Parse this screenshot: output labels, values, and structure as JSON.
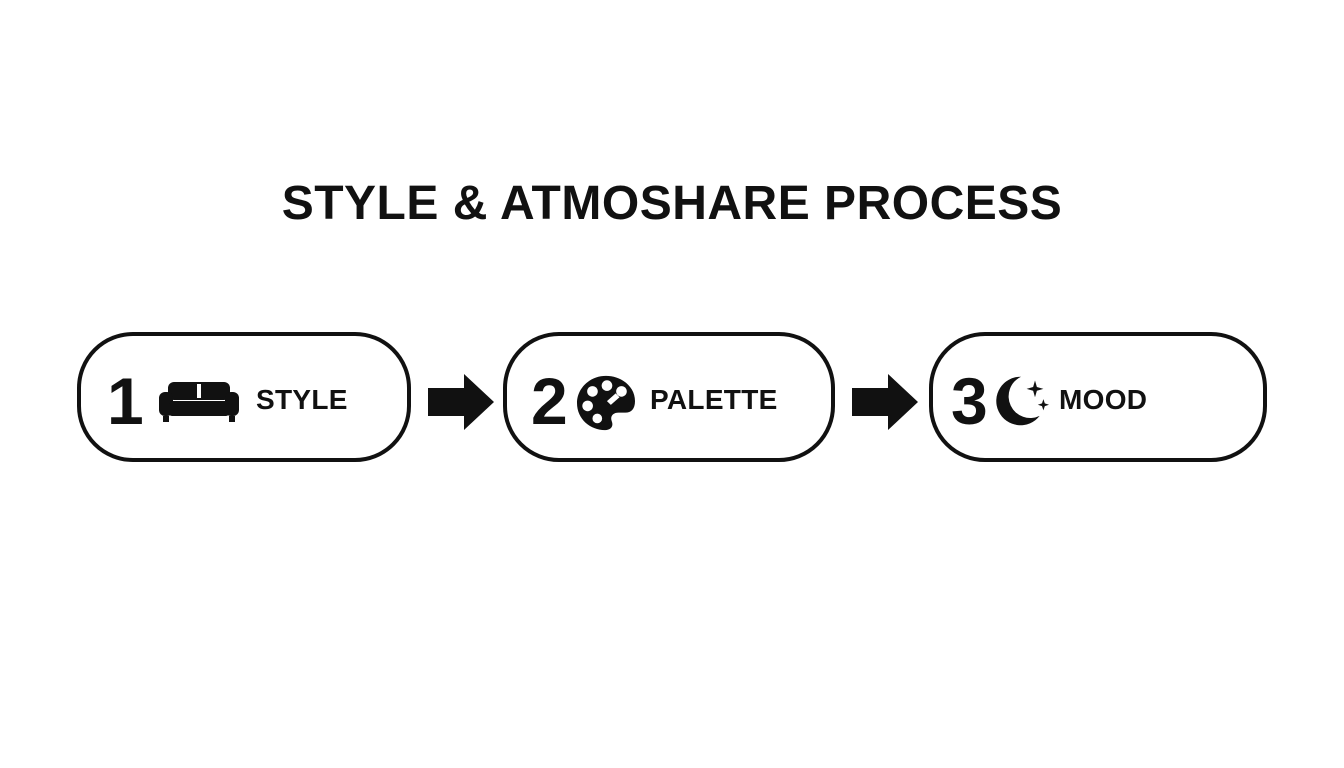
{
  "title": "STYLE & ATMOSHARE PROCESS",
  "steps": [
    {
      "number": "1",
      "label": "STYLE",
      "icon": "sofa-icon"
    },
    {
      "number": "2",
      "label": "PALETTE",
      "icon": "palette-icon"
    },
    {
      "number": "3",
      "label": "MOOD",
      "icon": "moon-stars-icon"
    }
  ],
  "colors": {
    "ink": "#111111",
    "background": "#ffffff"
  }
}
